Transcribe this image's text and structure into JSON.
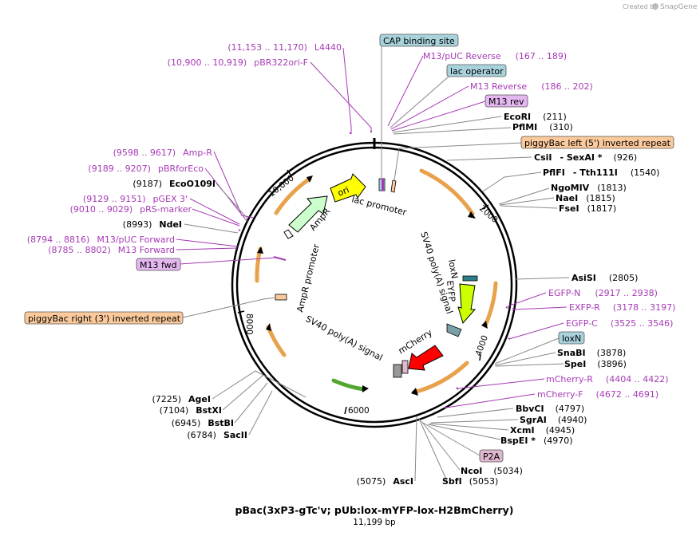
{
  "credit": {
    "prefix": "Created by",
    "brand": "SnapGene"
  },
  "title": "pBac(3xP3-gTc'v; pUb:lox-mYFP-lox-H2BmCherry)",
  "length": "11,199 bp",
  "ticks": [
    "2000",
    "4000",
    "6000",
    "8000",
    "10,000"
  ],
  "features": {
    "ori": "ori",
    "ampr": "AmpR",
    "ampr_promoter": "AmpR promoter",
    "lac_promoter": "lac promoter",
    "sv40_a": "SV40 poly(A) signal",
    "sv40_b": "SV40 poly(A) signal",
    "loxn": "loxN",
    "eyfp": "EYFP",
    "mcherry": "mCherry"
  },
  "left_labels": {
    "l4440": {
      "range": "(11,153 .. 11,170)",
      "name": "L4440"
    },
    "pbr322": {
      "range": "(10,900 .. 10,919)",
      "name": "pBR322ori-F"
    },
    "ampr_primer": {
      "range": "(9598 .. 9617)",
      "name": "Amp-R"
    },
    "pbrfor": {
      "range": "(9189 .. 9207)",
      "name": "pBRforEco"
    },
    "ecoo109i": {
      "pos": "(9187)",
      "name": "EcoO109I"
    },
    "pgex": {
      "range": "(9129 .. 9151)",
      "name": "pGEX 3'"
    },
    "prs": {
      "range": "(9010 .. 9029)",
      "name": "pRS-marker"
    },
    "ndei": {
      "pos": "(8993)",
      "name": "NdeI"
    },
    "m13puc_fwd": {
      "range": "(8794 .. 8816)",
      "name": "M13/pUC Forward"
    },
    "m13_fwd": {
      "range": "(8785 .. 8802)",
      "name": "M13 Forward"
    },
    "m13fwd_box": "M13 fwd",
    "piggy_right": "piggyBac right (3') inverted repeat",
    "agei": {
      "pos": "(7225)",
      "name": "AgeI"
    },
    "bstxi": {
      "pos": "(7104)",
      "name": "BstXI"
    },
    "bstbi": {
      "pos": "(6945)",
      "name": "BstBI"
    },
    "sacii": {
      "pos": "(6784)",
      "name": "SacII"
    },
    "asci": {
      "pos": "(5075)",
      "name": "AscI"
    },
    "sbfi": {
      "name": "SbfI",
      "pos": "(5053)"
    }
  },
  "right_labels": {
    "cap": "CAP binding site",
    "m13puc_rev": {
      "name": "M13/pUC Reverse",
      "range": "(167 .. 189)"
    },
    "lac_operator": "lac operator",
    "m13_rev": {
      "name": "M13 Reverse",
      "range": "(186 .. 202)"
    },
    "m13rev_box": "M13 rev",
    "ecori": {
      "name": "EcoRI",
      "pos": "(211)"
    },
    "pflmi": {
      "name": "PflMI",
      "pos": "(310)"
    },
    "piggy_left": "piggyBac left (5') inverted repeat",
    "csii": {
      "name": "CsiI",
      "name2": "- SexAI *",
      "pos": "(926)"
    },
    "pflfi": {
      "name": "PflFI",
      "name2": "- Tth111I",
      "pos": "(1540)"
    },
    "ngomiv": {
      "name": "NgoMIV",
      "pos": "(1813)"
    },
    "naei": {
      "name": "NaeI",
      "pos": "(1815)"
    },
    "fsei": {
      "name": "FseI",
      "pos": "(1817)"
    },
    "asisi": {
      "name": "AsiSI",
      "pos": "(2805)"
    },
    "egfpn": {
      "name": "EGFP-N",
      "range": "(2917 .. 2938)"
    },
    "exfpr": {
      "name": "EXFP-R",
      "range": "(3178 .. 3197)"
    },
    "egfpc": {
      "name": "EGFP-C",
      "range": "(3525 .. 3546)"
    },
    "loxn_box": "loxN",
    "snabi": {
      "name": "SnaBI",
      "pos": "(3878)"
    },
    "spei": {
      "name": "SpeI",
      "pos": "(3896)"
    },
    "mcherryr": {
      "name": "mCherry-R",
      "range": "(4404 .. 4422)"
    },
    "mcherryf": {
      "name": "mCherry-F",
      "range": "(4672 .. 4691)"
    },
    "bbvci": {
      "name": "BbvCI",
      "pos": "(4797)"
    },
    "sgrai": {
      "name": "SgrAI",
      "pos": "(4940)"
    },
    "xcmi": {
      "name": "XcmI",
      "pos": "(4945)"
    },
    "bspei": {
      "name": "BspEI *",
      "pos": "(4970)"
    },
    "p2a_box": "P2A",
    "ncoi": {
      "name": "NcoI",
      "pos": "(5034)"
    }
  },
  "colors": {
    "primer": "#a63ab5",
    "cap_box": "#a8d3dc",
    "m13_box": "#e4b7f0",
    "piggy_box": "#fbc99b",
    "p2a_box": "#e0b7cf",
    "ori": "#ffff00",
    "ampr": "#ccffcc",
    "mcherry": "#ff0000",
    "eyfp": "#ccff00",
    "piggy_arrow": "#e8a24c"
  }
}
